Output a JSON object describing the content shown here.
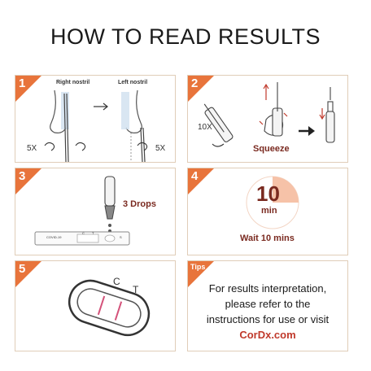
{
  "title": "HOW TO READ RESULTS",
  "colors": {
    "accent": "#e8743b",
    "border": "#e0cdb8",
    "dark_red": "#7a2a20",
    "link_red": "#c0392b"
  },
  "steps": [
    {
      "number": "1",
      "label_right": "Right nostril",
      "label_left": "Left nostril",
      "count_a": "5X",
      "count_b": "5X"
    },
    {
      "number": "2",
      "count": "10X",
      "action": "Squeeze"
    },
    {
      "number": "3",
      "drops": "3 Drops",
      "cassette_label": "COVID-19",
      "c_mark": "C",
      "t_mark": "T",
      "s_mark": "S"
    },
    {
      "number": "4",
      "timer_value": "10",
      "timer_unit": "min",
      "wait_text": "Wait 10 mins"
    },
    {
      "number": "5",
      "c_mark": "C",
      "t_mark": "T"
    }
  ],
  "tips": {
    "badge": "Tips",
    "line1": "For results interpretation,",
    "line2": "please refer to the",
    "line3": "instructions for use or visit",
    "link": "CorDx.com"
  }
}
